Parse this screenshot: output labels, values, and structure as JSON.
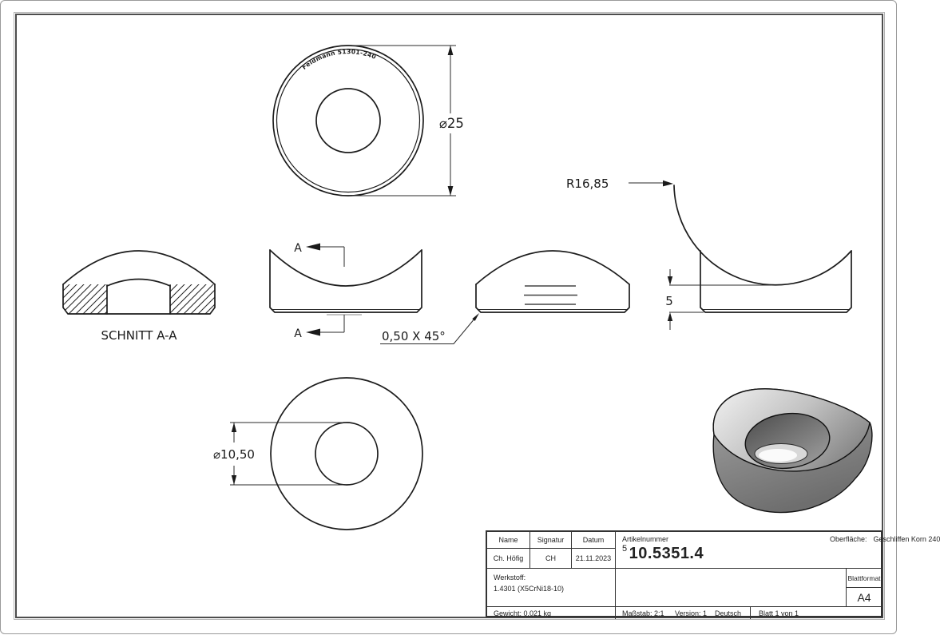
{
  "drawing": {
    "stamp_text": "Feldmann 51301-240",
    "dim_outer_diameter": "⌀25",
    "dim_radius": "R16,85",
    "dim_height": "5",
    "dim_hole_diameter": "⌀10,50",
    "dim_chamfer": "0,50 X 45°",
    "section_label": "SCHNITT A-A",
    "section_letter": "A"
  },
  "title_block": {
    "col_name": "Name",
    "col_signature": "Signatur",
    "col_date": "Datum",
    "val_name": "Ch. Höfig",
    "val_signature": "CH",
    "val_date": "21.11.2023",
    "article_label": "Artikelnummer",
    "article_prefix": "5",
    "article_number": "10.5351.4",
    "surface_label": "Oberfläche:",
    "surface_value": "Geschliffen Korn 240",
    "material_label": "Werkstoff:",
    "material_value": "1.4301 (X5CrNi18-10)",
    "weight": "Gewicht: 0.021 kg",
    "scale": "Maßstab: 2:1",
    "version": "Version: 1",
    "language": "Deutsch",
    "sheet": "Blatt 1 von 1",
    "format_label": "Blattformat",
    "format_value": "A4"
  },
  "colors": {
    "line": "#1c1c1c",
    "frame": "#4d4d4d",
    "accent_3d": "#8c8c8c"
  }
}
